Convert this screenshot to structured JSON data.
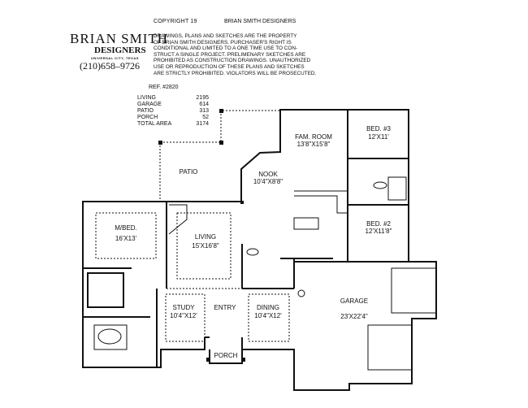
{
  "header": {
    "copyright": "COPYRIGHT 19",
    "company_line": "BRIAN  SMITH DESIGNERS",
    "brand_name": "BRIAN  SMITH",
    "brand_sub": "DESIGNERS",
    "brand_location": "UNIVERSAL CITY, TEXAS",
    "phone": "(210)658–9726",
    "legal_lines": [
      "DRAWINGS, PLANS AND SKETCHES ARE THE PROPERTY",
      "OF BRIAN SMITH DESIGNERS.  PURCHASER'S RIGHT IS",
      "CONDITIONAL AND LIMITED TO A ONE TIME USE TO CON-",
      "STRUCT A SINGLE PROJECT.  PRELIMENARY SKETCHES ARE",
      "PROHIBITED AS CONSTRUCTION DRAWINGS.  UNAUTHORIZED",
      "USE OR REPRODUCTION OF THESE PLANS AND SKETCHES",
      "ARE STRICTLY PROHIBITED.  VIOLATORS WILL BE PROSECUTED."
    ]
  },
  "ref": "REF.  #2820",
  "areas": [
    {
      "label": "LIVING",
      "value": "2195"
    },
    {
      "label": "GARAGE",
      "value": "614"
    },
    {
      "label": "PATIO",
      "value": "313"
    },
    {
      "label": "PORCH",
      "value": "52"
    },
    {
      "label": "TOTAL AREA",
      "value": "3174"
    }
  ],
  "rooms": {
    "fam_room": {
      "name": "FAM. ROOM",
      "size": "13'8\"X15'8\""
    },
    "bed3": {
      "name": "BED. #3",
      "size": "12'X11'"
    },
    "patio": {
      "name": "PATIO"
    },
    "nook": {
      "name": "NOOK",
      "size": "10'4\"X8'8\""
    },
    "bed2": {
      "name": "BED. #2",
      "size": "12'X11'8\""
    },
    "mbed": {
      "name": "M/BED.",
      "size": "16'X13'"
    },
    "living": {
      "name": "LIVING",
      "size": "15'X16'8\""
    },
    "garage": {
      "name": "GARAGE",
      "size": "23'X22'4\""
    },
    "study": {
      "name": "STUDY",
      "size": "10'4\"X12'"
    },
    "entry": {
      "name": "ENTRY"
    },
    "dining": {
      "name": "DINING",
      "size": "10'4\"X12'"
    },
    "porch": {
      "name": "PORCH"
    }
  }
}
